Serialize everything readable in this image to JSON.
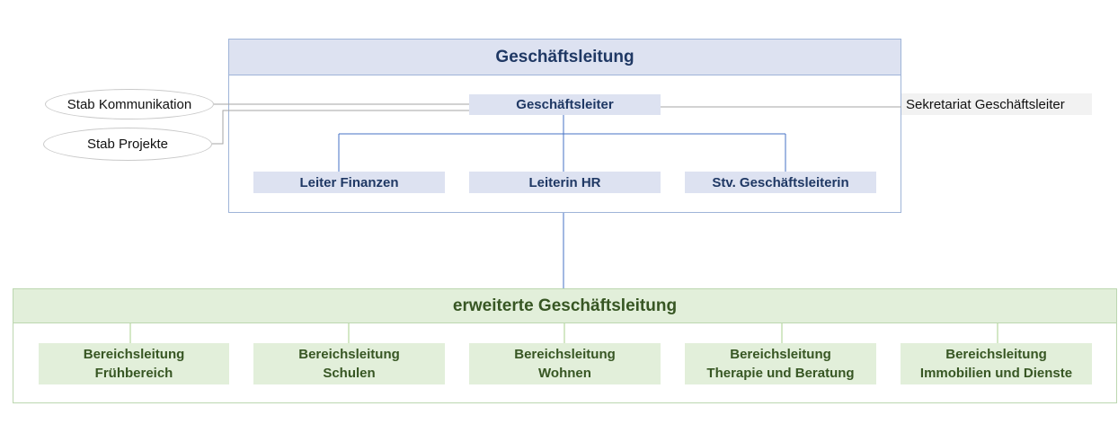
{
  "management": {
    "title": "Geschäftsleitung",
    "ceo": "Geschäftsleiter",
    "staff": {
      "communication": "Stab Kommunikation",
      "projects": "Stab Projekte"
    },
    "secretariat": "Sekretariat Geschäftsleiter",
    "reports": [
      "Leiter Finanzen",
      "Leiterin HR",
      "Stv. Geschäftsleiterin"
    ]
  },
  "extended": {
    "title": "erweiterte Geschäftsleitung",
    "units": [
      {
        "line1": "Bereichsleitung",
        "line2": "Frühbereich"
      },
      {
        "line1": "Bereichsleitung",
        "line2": "Schulen"
      },
      {
        "line1": "Bereichsleitung",
        "line2": "Wohnen"
      },
      {
        "line1": "Bereichsleitung",
        "line2": "Therapie und Beratung"
      },
      {
        "line1": "Bereichsleitung",
        "line2": "Immobilien und Dienste"
      }
    ]
  },
  "colors": {
    "management_fill": "#dde2f1",
    "management_text": "#1f3864",
    "management_line": "#4472c4",
    "extended_fill": "#e2efda",
    "extended_text": "#375623",
    "extended_line": "#a9d08e"
  }
}
